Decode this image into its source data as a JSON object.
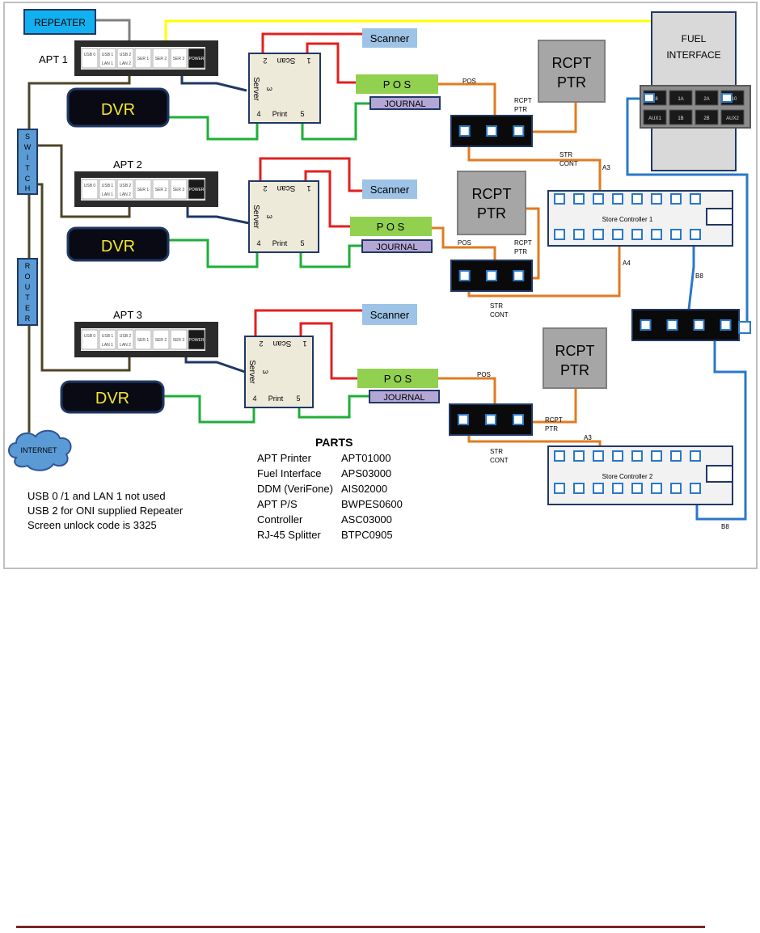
{
  "labels": {
    "repeater": "REPEATER",
    "switch_letters": [
      "S",
      "W",
      "I",
      "T",
      "C",
      "H"
    ],
    "router_letters": [
      "R",
      "O",
      "U",
      "T",
      "E",
      "R"
    ],
    "internet": "INTERNET",
    "apt1": "APT 1",
    "apt2": "APT 2",
    "apt3": "APT 3",
    "dvr": "DVR",
    "scanner": "Scanner",
    "pos": "P O S",
    "journal": "JOURNAL",
    "rcpt_ptr_line1": "RCPT",
    "rcpt_ptr_line2": "PTR",
    "fuel_line1": "FUEL",
    "fuel_line2": "INTERFACE",
    "store_controller_1": "Store Controller 1",
    "store_controller_2": "Store Controller 2",
    "small_pos": "POS",
    "small_rcpt": "RCPT",
    "small_ptr": "PTR",
    "small_str": "STR",
    "small_cont": "CONT",
    "a3": "A3",
    "a4": "A4",
    "b8": "B8",
    "apt_ports": [
      "USB 0",
      "USB 1",
      "USB 2",
      "SER 1",
      "SER 2",
      "SER 3",
      "POWER"
    ],
    "apt_ports_lower": [
      "LAN 1",
      "LAN 2"
    ],
    "splitter_server": "Server",
    "splitter_scan": "Scan",
    "splitter_print": "Print",
    "splitter_nums": [
      "1",
      "2",
      "3",
      "4",
      "5"
    ],
    "fuel_ports_top": [
      "B8",
      "1A",
      "2A",
      "A10"
    ],
    "fuel_ports_bottom": [
      "AUX1",
      "1B",
      "2B",
      "AUX2"
    ]
  },
  "parts": {
    "title": "PARTS",
    "items": [
      {
        "name": "APT Printer",
        "code": "APT01000"
      },
      {
        "name": "Fuel Interface",
        "code": "APS03000"
      },
      {
        "name": "DDM (VeriFone)",
        "code": "AIS02000"
      },
      {
        "name": "APT P/S",
        "code": "BWPES0600"
      },
      {
        "name": "Controller",
        "code": "ASC03000"
      },
      {
        "name": " RJ-45 Splitter",
        "code": "BTPC0905"
      }
    ]
  },
  "notes": [
    "USB 0 /1 and LAN 1 not used",
    "USB 2 for ONI supplied Repeater",
    "Screen unlock code is 3325"
  ],
  "colors": {
    "repeater_fill": "#12b0f0",
    "dvr_fill": "#0a0a14",
    "dvr_text": "#f2e82a",
    "scanner_fill": "#9dc3e6",
    "pos_fill": "#92d050",
    "journal_fill": "#b4a7d6",
    "rcpt_fill": "#a6a6a6",
    "wire_red": "#e02020",
    "wire_green": "#1fae3a",
    "wire_orange": "#e07b20",
    "wire_navy": "#1f3864",
    "wire_blue": "#2a78c8",
    "wire_yellow": "#ffff00",
    "wire_gray": "#7f7f7f",
    "wire_brown": "#4d4527"
  }
}
